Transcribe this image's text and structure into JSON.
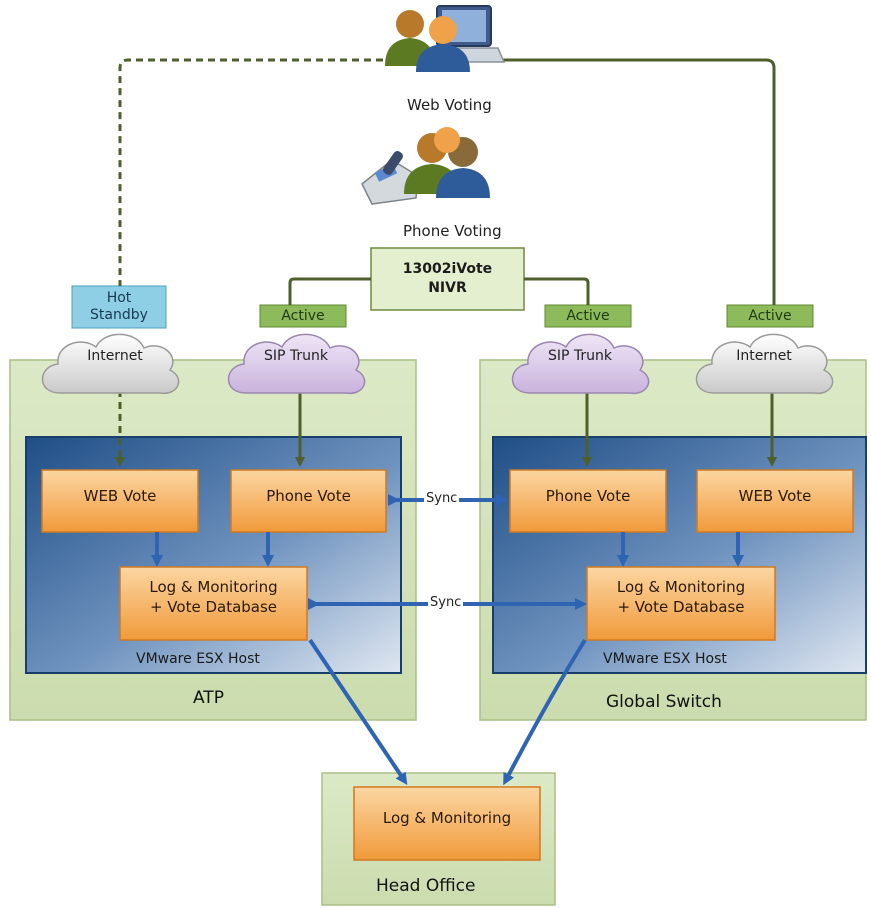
{
  "top": {
    "web_voting": "Web Voting",
    "phone_voting": "Phone Voting",
    "ivr_line1": "13002iVote",
    "ivr_line2": "NIVR"
  },
  "connections": {
    "hot_standby_line1": "Hot",
    "hot_standby_line2": "Standby",
    "active": "Active",
    "internet": "Internet",
    "sip_trunk": "SIP Trunk",
    "sync": "Sync"
  },
  "sites": {
    "atp": {
      "name": "ATP",
      "web_vote": "WEB Vote",
      "phone_vote": "Phone Vote",
      "db_line1": "Log & Monitoring",
      "db_line2": "+ Vote Database",
      "host": "VMware ESX Host"
    },
    "global_switch": {
      "name": "Global Switch",
      "phone_vote": "Phone Vote",
      "web_vote": "WEB Vote",
      "db_line1": "Log & Monitoring",
      "db_line2": "+ Vote Database",
      "host": "VMware ESX Host"
    },
    "head_office": {
      "name": "Head Office",
      "log": "Log & Monitoring"
    }
  },
  "colors": {
    "site_green": "#d6e4bc",
    "esx_blue": "#1e4f86",
    "box_orange": "#f3a447",
    "tag_green": "#8dba5a",
    "tag_blue": "#8ecfe6",
    "arrow_blue": "#2f64b3",
    "line_olive": "#4e5f2c"
  },
  "icons": [
    "web-voters-icon",
    "laptop-icon",
    "phone-voters-icon",
    "telephone-icon",
    "internet-cloud-icon",
    "sip-trunk-cloud-icon"
  ]
}
